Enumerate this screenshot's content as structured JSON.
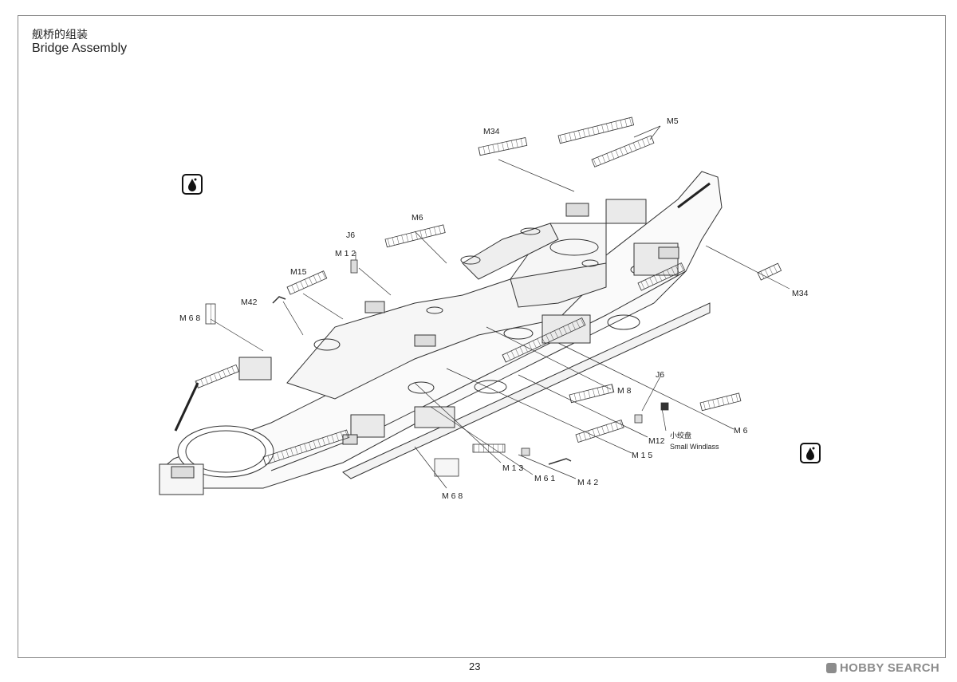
{
  "header": {
    "title_cn": "舰桥的组装",
    "title_en": "Bridge Assembly"
  },
  "footer": {
    "page_number": "23",
    "watermark": "HOBBY SEARCH"
  },
  "icons": [
    "paint-drop-icon",
    "paint-drop-icon"
  ],
  "callouts": {
    "m34_top": "M34",
    "m5": "M5",
    "m6_top": "M6",
    "j6_left": "J6",
    "m12_left": "M 1 2",
    "m15_left": "M15",
    "m42_left": "M42",
    "m68_left": "M 6 8",
    "m34_right": "M34",
    "j6_right": "J6",
    "m8": "M 8",
    "m12_right": "M12",
    "windlass_cn": "小绞盘",
    "windlass_en": "Small Windlass",
    "m6_right": "M 6",
    "m15_right": "M 1 5",
    "m13": "M 1 3",
    "m61": "M 6 1",
    "m42_right": "M 4 2",
    "m68_bottom": "M 6 8"
  }
}
